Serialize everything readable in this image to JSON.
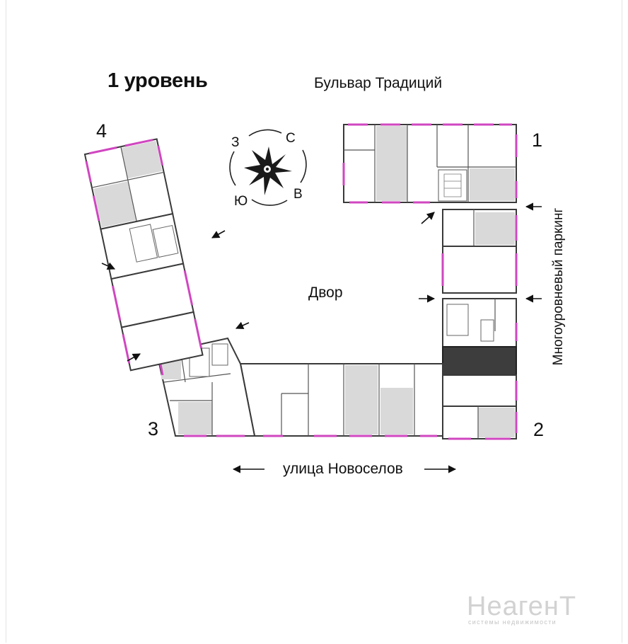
{
  "title": "1 уровень",
  "streets": {
    "top": "Бульвар Традиций",
    "bottom": "улица Новоселов"
  },
  "courtyard": "Двор",
  "parking": "Многоуровневый паркинг",
  "sections": {
    "s1": "1",
    "s2": "2",
    "s3": "3",
    "s4": "4"
  },
  "compass": {
    "west": "З",
    "north": "С",
    "south": "Ю",
    "east": "В"
  },
  "watermark": {
    "brand": "НеагенТ",
    "tagline": "системы недвижимости"
  },
  "colors": {
    "wall": "#3a3a3a",
    "window": "#d046c0",
    "room_light": "#ffffff",
    "room_gray": "#d9d9d9",
    "room_selected": "#3d3d3d",
    "text": "#111111"
  }
}
